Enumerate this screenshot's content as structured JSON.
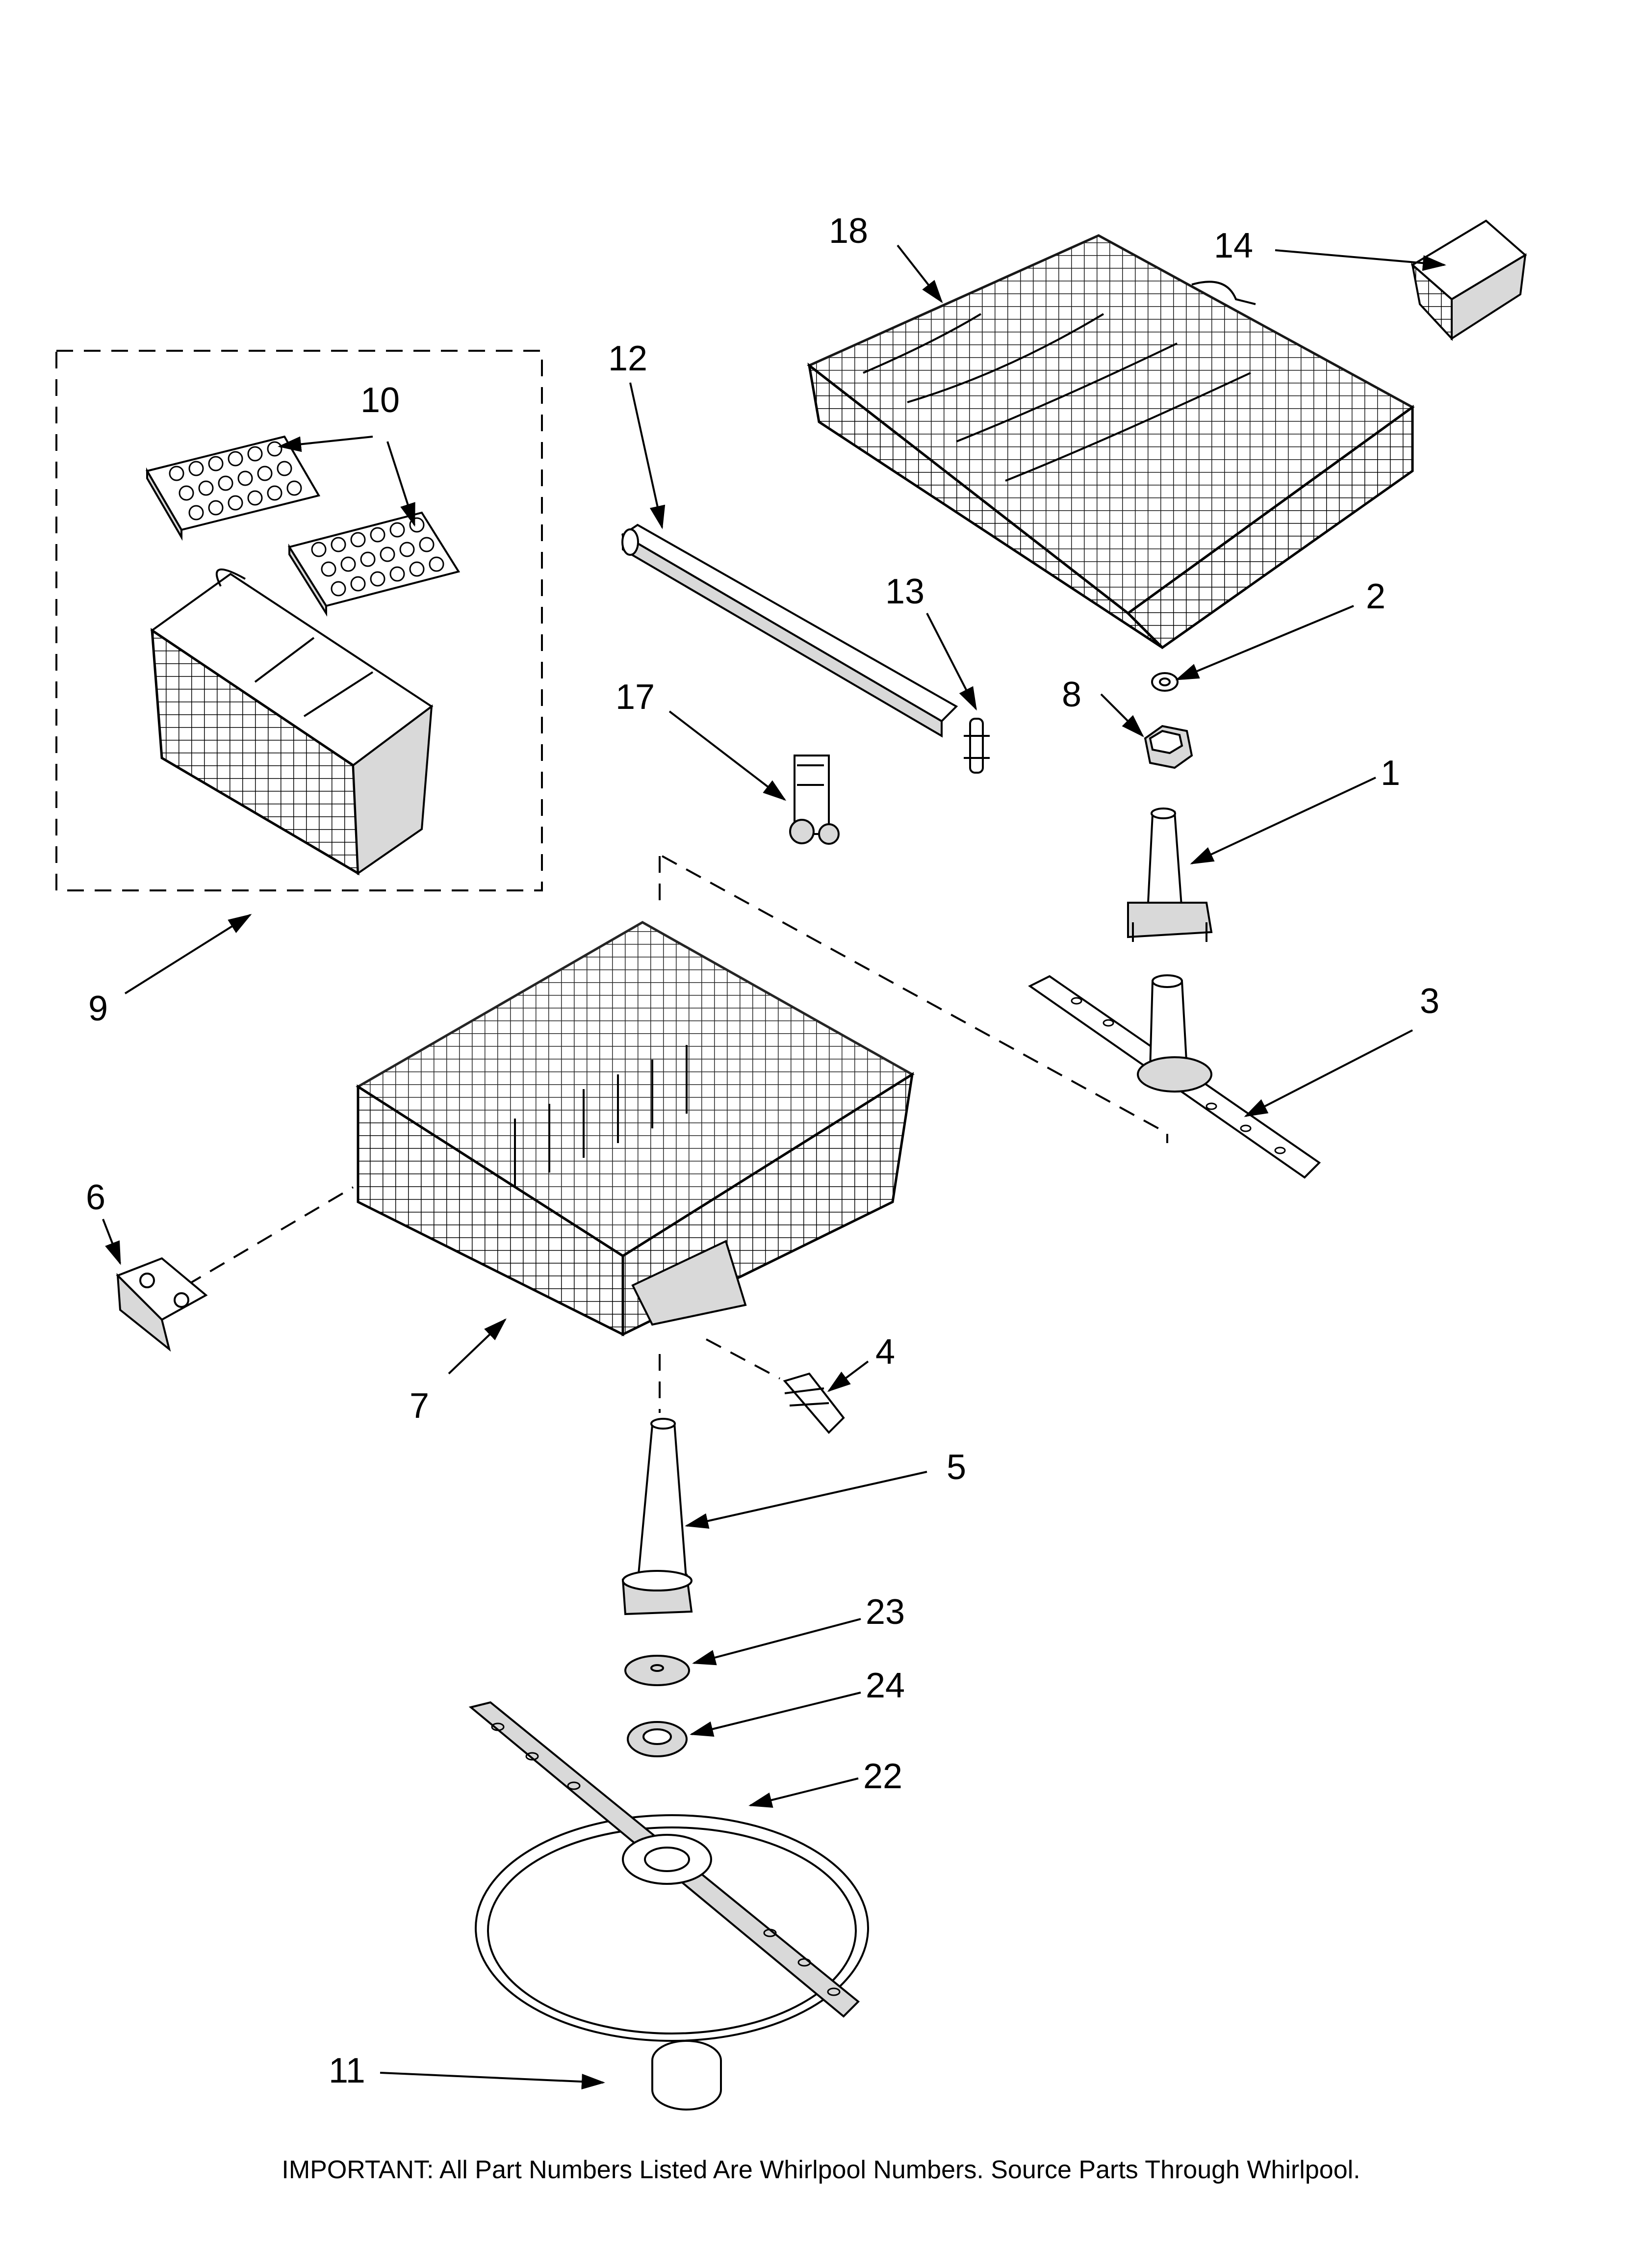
{
  "callouts": {
    "c1": "1",
    "c2": "2",
    "c3": "3",
    "c4": "4",
    "c5": "5",
    "c6": "6",
    "c7": "7",
    "c8": "8",
    "c9": "9",
    "c10": "10",
    "c11": "11",
    "c12": "12",
    "c13": "13",
    "c14": "14",
    "c17": "17",
    "c18": "18",
    "c22": "22",
    "c23": "23",
    "c24": "24"
  },
  "footer": {
    "note": "IMPORTANT: All Part Numbers Listed Are Whirlpool Numbers. Source Parts Through Whirlpool."
  }
}
